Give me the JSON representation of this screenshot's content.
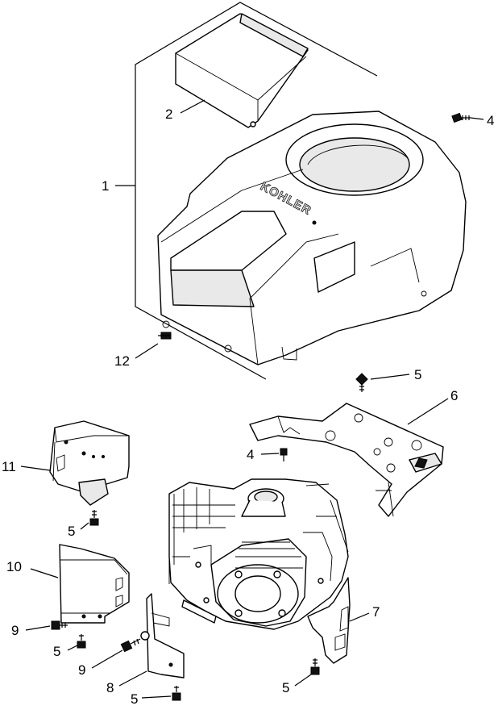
{
  "callouts": {
    "c1": "1",
    "c2": "2",
    "c4a": "4",
    "c12": "12",
    "c5a": "5",
    "c6": "6",
    "c4b": "4",
    "c11": "11",
    "c5b": "5",
    "c10": "10",
    "c9a": "9",
    "c5c": "5",
    "c9b": "9",
    "c8": "8",
    "c5d": "5",
    "c7": "7",
    "c5e": "5"
  },
  "shroud_brand": "KOHLER"
}
